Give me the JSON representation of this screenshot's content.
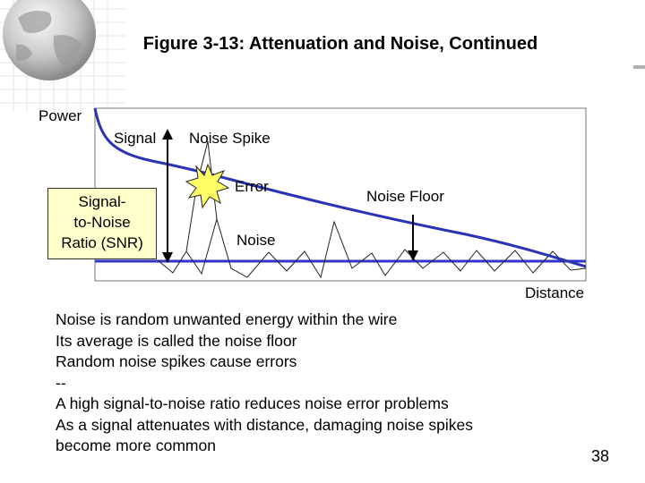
{
  "title": "Figure 3-13: Attenuation and Noise, Continued",
  "diagram": {
    "power_label": "Power",
    "signal_label": "Signal",
    "noise_spike_label": "Noise Spike",
    "error_label": "Error",
    "noise_floor_label": "Noise Floor",
    "noise_label": "Noise",
    "distance_label": "Distance",
    "snr_lines": [
      "Signal-",
      "to-Noise",
      "Ratio (SNR)"
    ],
    "colors": {
      "signal_curve": "#2b33b5",
      "noise_line": "#3333cc",
      "plot_bg": "#ffffff",
      "snr_box": "#ffffcc",
      "spike_star": "#ffff66"
    }
  },
  "body_lines": [
    "Noise is random unwanted energy within the wire",
    "Its average is called the noise floor",
    "Random noise spikes cause errors",
    "--",
    "A high signal-to-noise ratio reduces noise error problems",
    "As a signal attenuates with distance, damaging noise spikes",
    "become more common"
  ],
  "page_number": "38"
}
